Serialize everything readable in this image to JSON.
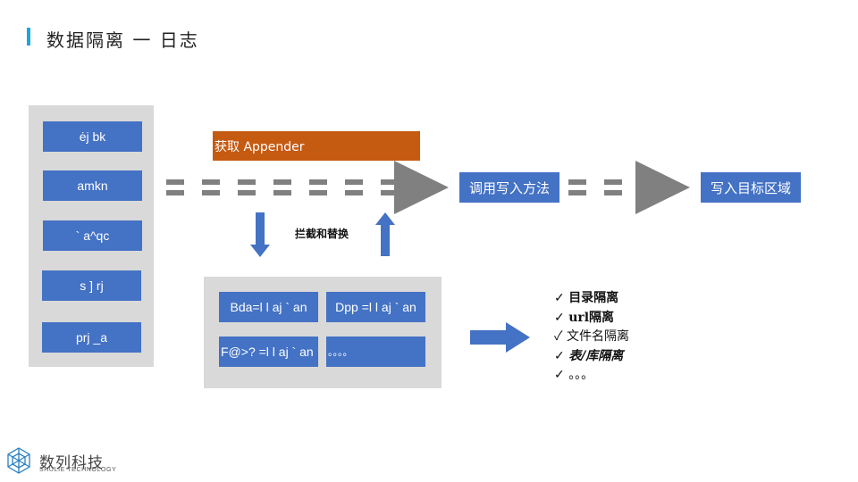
{
  "header": {
    "title": "数据隔离 一 日志"
  },
  "left_panel": {
    "items": [
      "ėj bk",
      "amkn",
      "` a^qc",
      "s ] rj",
      "prj _a"
    ]
  },
  "appender_label": "获取 Appender",
  "intercept_label": "拦截和替换",
  "bottom_panel": {
    "boxes": [
      "Bda=l l aj ` an",
      "Dpp =l l aj ` an",
      "F@>? =l l aj ` an",
      "。。。。"
    ]
  },
  "flow": {
    "invoke_write": "调用写入方法",
    "write_target": "写入目标区域"
  },
  "checklist": {
    "items": [
      {
        "mark": "✓",
        "text": "目录隔离"
      },
      {
        "mark": "✓",
        "text": "url隔离"
      },
      {
        "mark": "✓",
        "text": "文件名隔离"
      },
      {
        "mark": "✓",
        "text": "表/库隔离"
      },
      {
        "mark": "✓",
        "text": "。。。"
      }
    ]
  },
  "logo": {
    "name": "数列科技",
    "subtitle": "SHULIE TECHNOLOGY"
  },
  "colors": {
    "accent": "#1aa7e0",
    "box_blue": "#4472c4",
    "appender_orange": "#c55a11",
    "panel_gray": "#d9d9d9",
    "arrow_gray": "#808080"
  }
}
